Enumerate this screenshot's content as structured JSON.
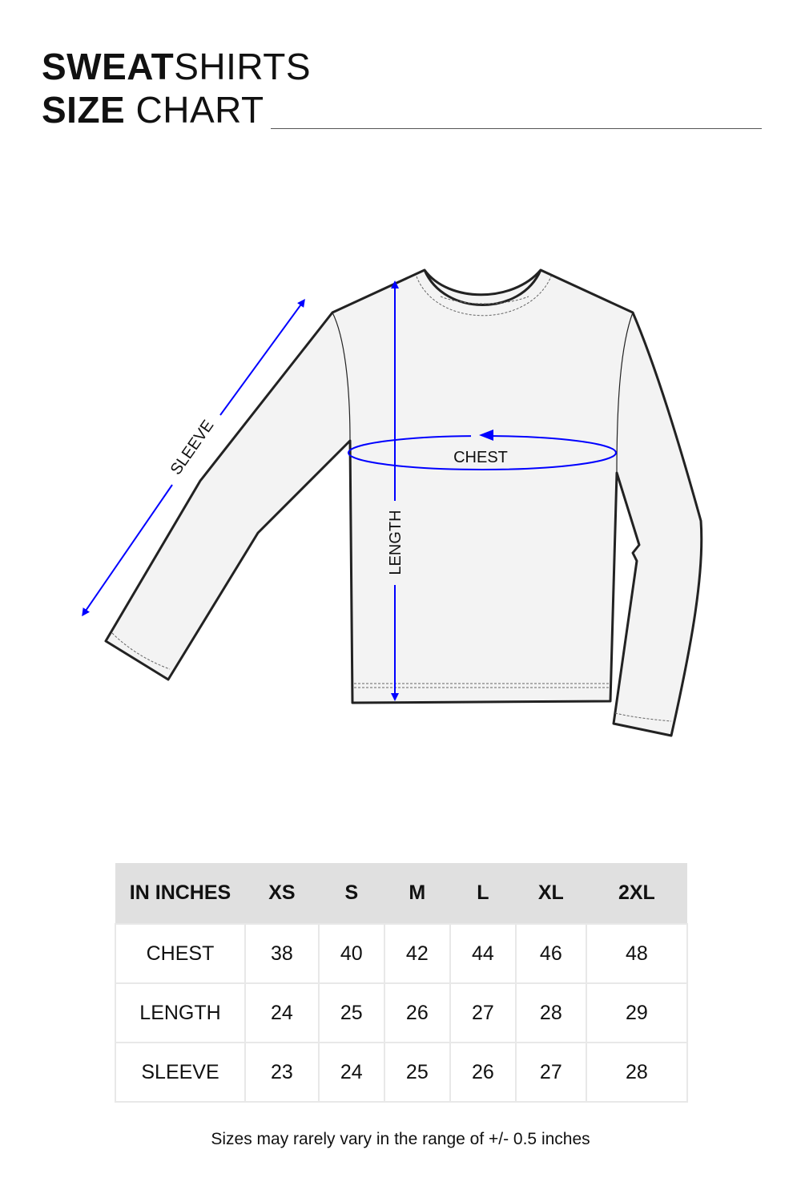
{
  "header": {
    "line1_bold": "SWEAT",
    "line1_light": "SHIRTS",
    "line2_bold": "SIZE",
    "line2_light": " CHART"
  },
  "diagram": {
    "labels": {
      "sleeve": "SLEEVE",
      "chest": "CHEST",
      "length": "LENGTH"
    },
    "colors": {
      "arrow": "#0000ff",
      "garment_fill": "#f3f3f3",
      "outline": "#222222"
    }
  },
  "table": {
    "header": [
      "IN INCHES",
      "XS",
      "S",
      "M",
      "L",
      "XL",
      "2XL"
    ],
    "rows": [
      {
        "label": "CHEST",
        "values": [
          "38",
          "40",
          "42",
          "44",
          "46",
          "48"
        ]
      },
      {
        "label": "LENGTH",
        "values": [
          "24",
          "25",
          "26",
          "27",
          "28",
          "29"
        ]
      },
      {
        "label": "SLEEVE",
        "values": [
          "23",
          "24",
          "25",
          "26",
          "27",
          "28"
        ]
      }
    ],
    "header_bg": "#e0e0e0"
  },
  "footnote": "Sizes may rarely vary in the range of +/- 0.5 inches"
}
